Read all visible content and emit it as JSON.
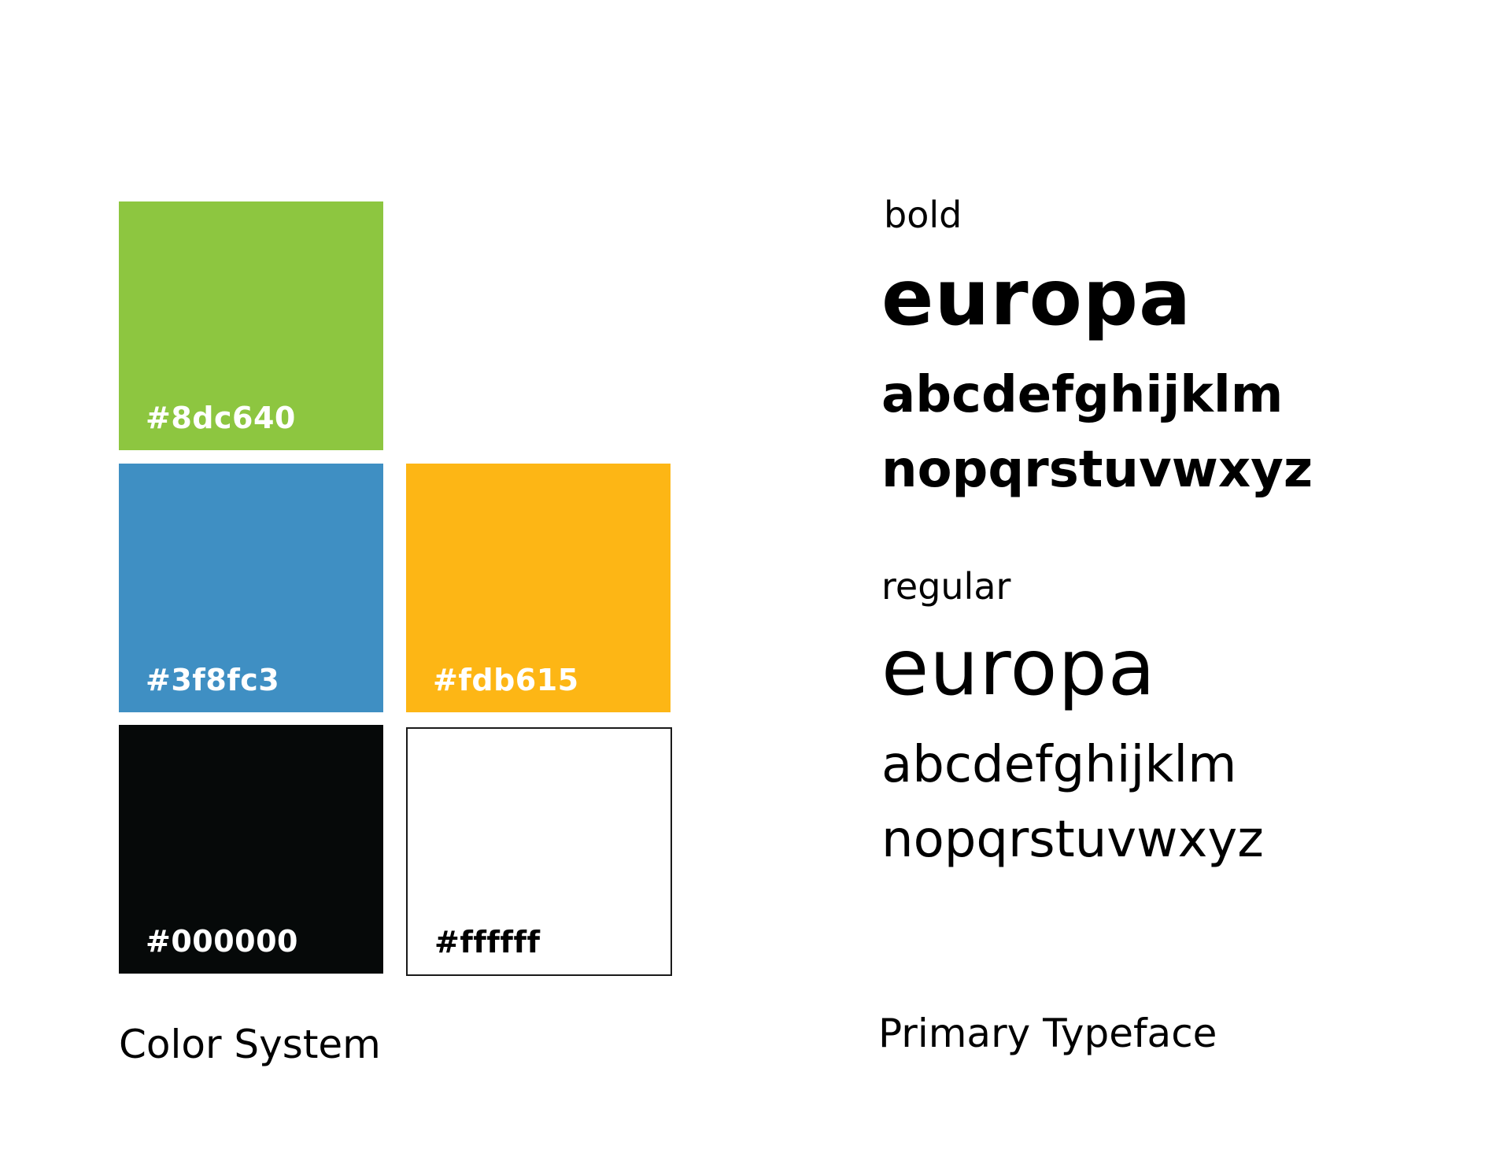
{
  "color_system": {
    "caption": "Color System",
    "swatches": [
      {
        "hex_label": "#8dc640",
        "fill": "#8dc640",
        "text_color": "#ffffff"
      },
      {
        "hex_label": "#3f8fc3",
        "fill": "#3f8fc3",
        "text_color": "#ffffff"
      },
      {
        "hex_label": "#fdb615",
        "fill": "#fdb615",
        "text_color": "#ffffff"
      },
      {
        "hex_label": "#000000",
        "fill": "#060909",
        "text_color": "#ffffff"
      },
      {
        "hex_label": "#ffffff",
        "fill": "#ffffff",
        "text_color": "#000000"
      }
    ]
  },
  "typeface": {
    "caption": "Primary Typeface",
    "bold": {
      "label": "bold",
      "name": "europa",
      "line1": "abcdefghijklm",
      "line2": "nopqrstuvwxyz"
    },
    "regular": {
      "label": "regular",
      "name": "europa",
      "line1": "abcdefghijklm",
      "line2": "nopqrstuvwxyz"
    }
  }
}
